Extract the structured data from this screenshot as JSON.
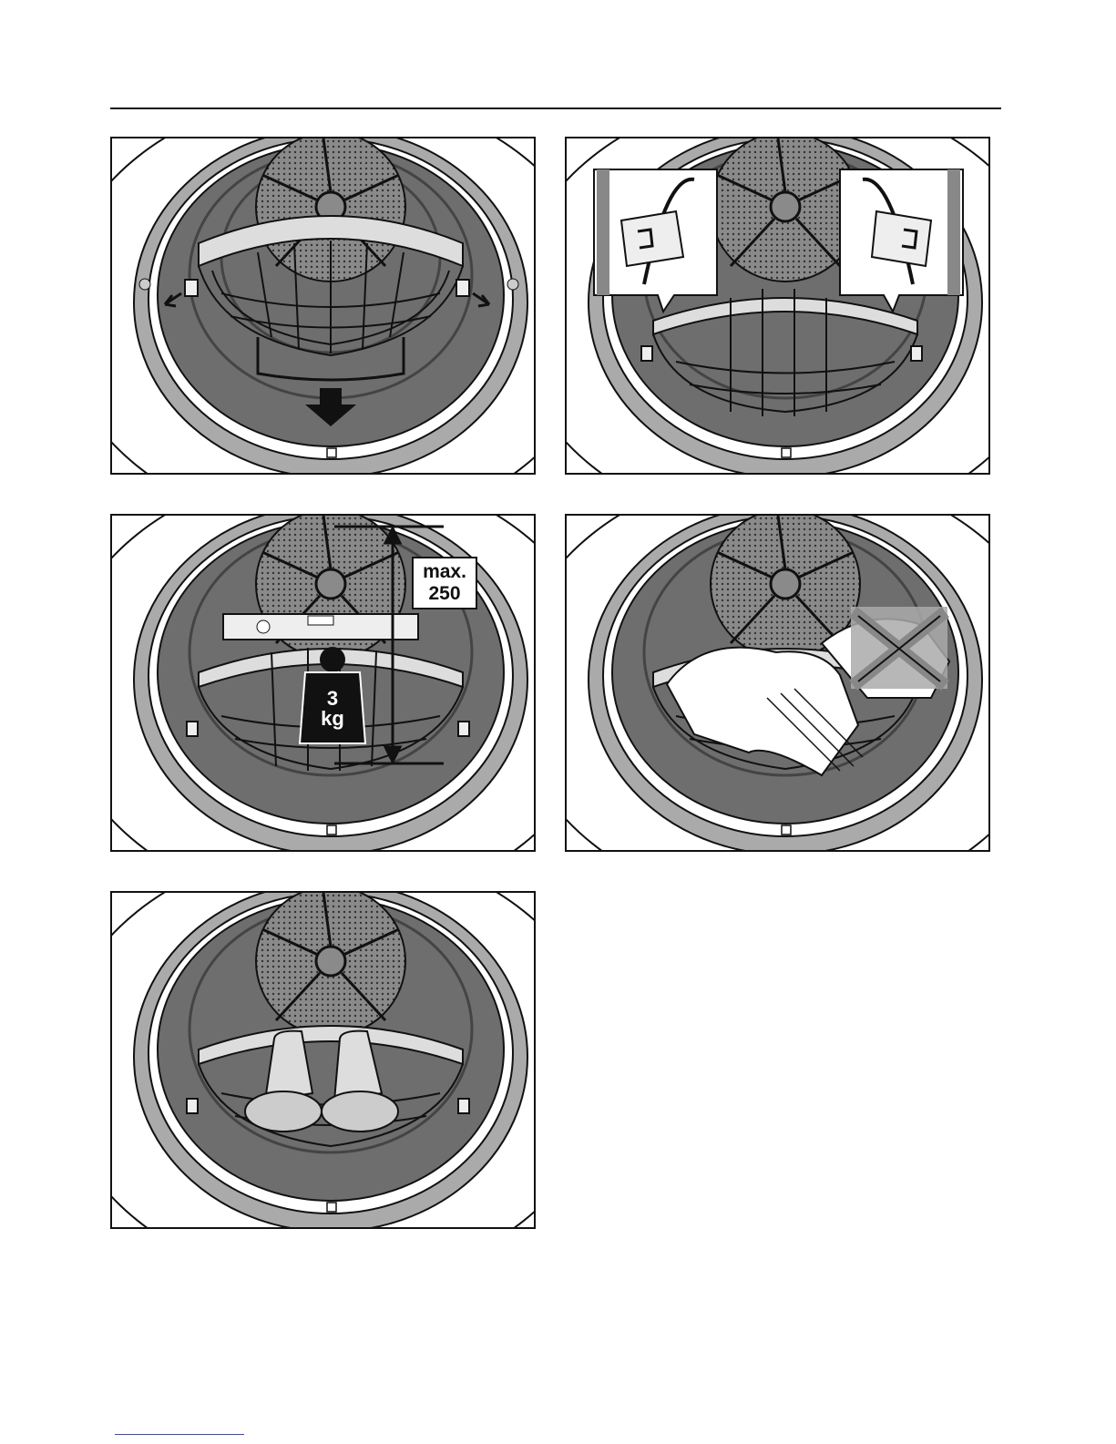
{
  "panels": [
    {
      "id": "remove-basket"
    },
    {
      "id": "basket-clips-detail"
    },
    {
      "id": "basket-load-limit",
      "max_label": "max.",
      "max_value": "250",
      "weight_value": "3",
      "weight_unit": "kg"
    },
    {
      "id": "no-items-hanging"
    },
    {
      "id": "shoes-in-basket"
    }
  ]
}
